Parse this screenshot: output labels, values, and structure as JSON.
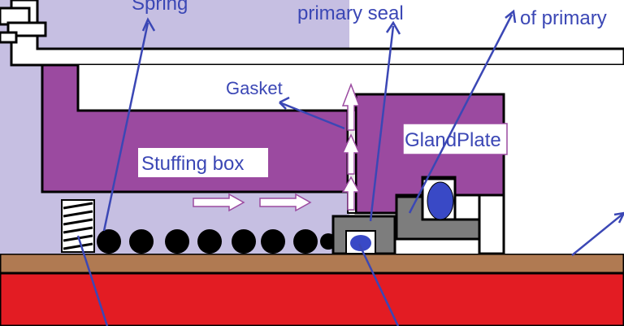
{
  "labels": {
    "spring": "Spring",
    "primary_seal": "primary seal",
    "of_primary": "of primary",
    "gasket": "Gasket",
    "stuffing_box": "Stuffing box",
    "gland_plate": "GlandPlate"
  },
  "colors": {
    "shaft": "#e31c23",
    "sleeve": "#b07a52",
    "stuffing_box": "#9b4aa0",
    "fluid": "#c6bfe2",
    "rotating_parts": "#7d7d7d",
    "balls": "#000000",
    "o_ring": "#3949c6",
    "annotation": "#3b47b5"
  }
}
